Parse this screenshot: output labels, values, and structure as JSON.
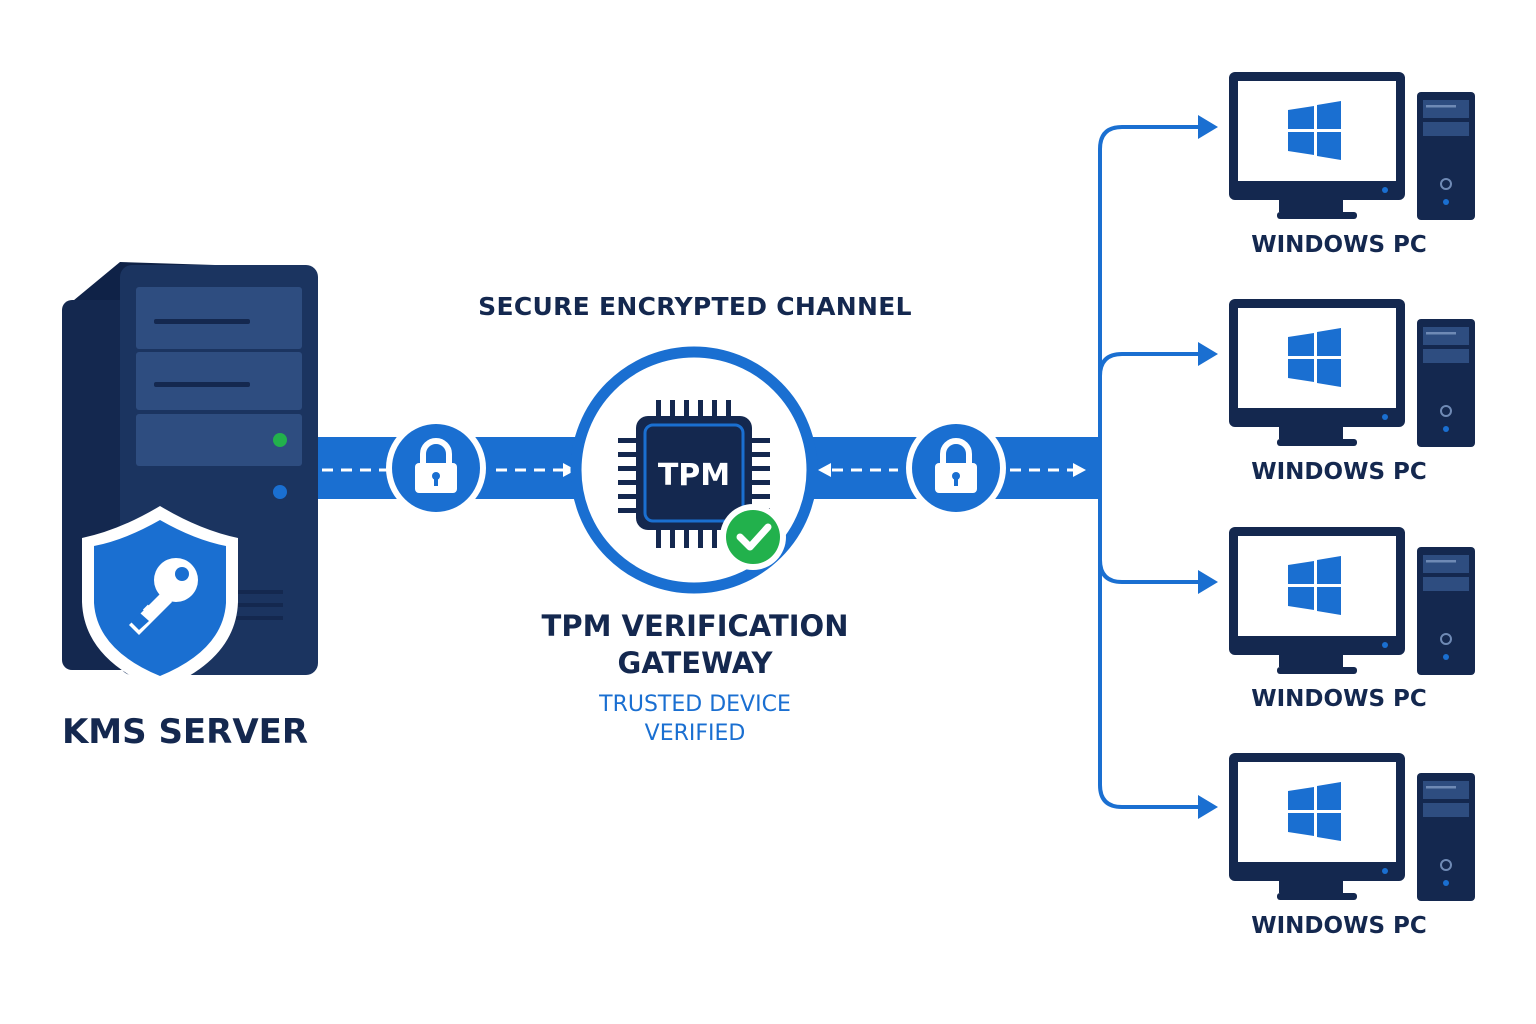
{
  "server": {
    "label": "KMS SERVER"
  },
  "channel": {
    "label": "SECURE ENCRYPTED CHANNEL"
  },
  "gateway": {
    "chip_text": "TPM",
    "title_line1": "TPM VERIFICATION",
    "title_line2": "GATEWAY",
    "subtitle_line1": "TRUSTED DEVICE",
    "subtitle_line2": "VERIFIED"
  },
  "clients": [
    {
      "label": "WINDOWS PC"
    },
    {
      "label": "WINDOWS PC"
    },
    {
      "label": "WINDOWS PC"
    },
    {
      "label": "WINDOWS PC"
    }
  ],
  "colors": {
    "navy": "#14284f",
    "blue": "#1a6fd1",
    "green": "#22b14c",
    "server_dark": "#1b3460"
  }
}
